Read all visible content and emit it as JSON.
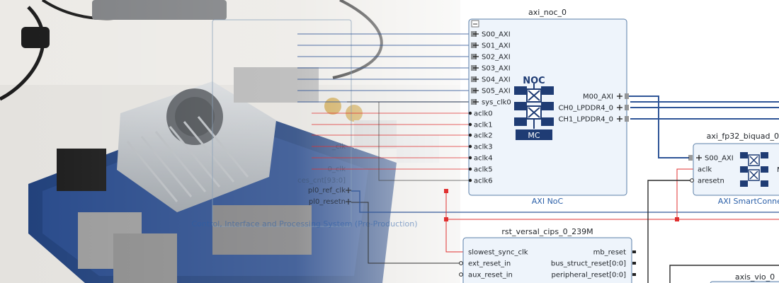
{
  "photo": {
    "board_description": "FPGA development board photo (decorative)"
  },
  "cips": {
    "ports": [
      "pl0_ref_clk",
      "pl0_resetn"
    ],
    "faded_labels": [
      "_clk",
      "0_clk",
      "ces_cnt[93:0]"
    ],
    "subtitle": "Control, Interface and Processing System (Pre-Production)"
  },
  "noc": {
    "title": "axi_noc_0",
    "subtitle": "AXI NoC",
    "logo_top": "NOC",
    "logo_bottom": "MC",
    "left_ports": [
      "S00_AXI",
      "S01_AXI",
      "S02_AXI",
      "S03_AXI",
      "S04_AXI",
      "S05_AXI",
      "sys_clk0",
      "aclk0",
      "aclk1",
      "aclk2",
      "aclk3",
      "aclk4",
      "aclk5",
      "aclk6"
    ],
    "right_ports": [
      "M00_AXI",
      "CH0_LPDDR4_0",
      "CH1_LPDDR4_0"
    ]
  },
  "biquad": {
    "title": "axi_fp32_biquad_0",
    "subtitle": "AXI SmartConnect",
    "left_ports": [
      "S00_AXI",
      "aclk",
      "aresetn"
    ],
    "right_label": "M"
  },
  "rst": {
    "title": "rst_versal_cips_0_239M",
    "left_ports": [
      "slowest_sync_clk",
      "ext_reset_in",
      "aux_reset_in"
    ],
    "right_ports": [
      "mb_reset",
      "bus_struct_reset[0:0]",
      "peripheral_reset[0:0]"
    ]
  },
  "vio": {
    "title": "axis_vio_0"
  },
  "colors": {
    "bus": "#2f5597",
    "net": "#2b2b2b",
    "clock": "#e03030",
    "block_fill": "#eef4fb",
    "block_stroke": "#5b7fa8"
  }
}
